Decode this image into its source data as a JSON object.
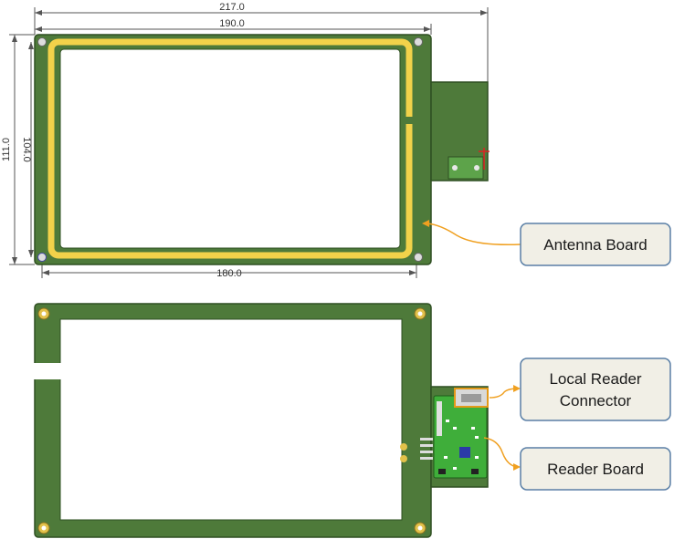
{
  "dimensions": {
    "overall_width": "217.0",
    "board_width": "190.0",
    "overall_height": "111.0",
    "board_height": "104.0",
    "antenna_width": "180.0"
  },
  "callouts": {
    "antenna_board": "Antenna Board",
    "local_reader_connector_line1": "Local Reader",
    "local_reader_connector_line2": "Connector",
    "reader_board": "Reader Board"
  },
  "colors": {
    "pcb_green": "#4e7a3a",
    "pcb_edge": "#2f4f22",
    "antenna_yellow": "#f2d24a",
    "reader_board_green": "#3fae3a",
    "callout_fill": "#f1efe6",
    "callout_border": "#5a7fa6",
    "leader_orange": "#f0a020",
    "dimension_line": "#555555"
  }
}
